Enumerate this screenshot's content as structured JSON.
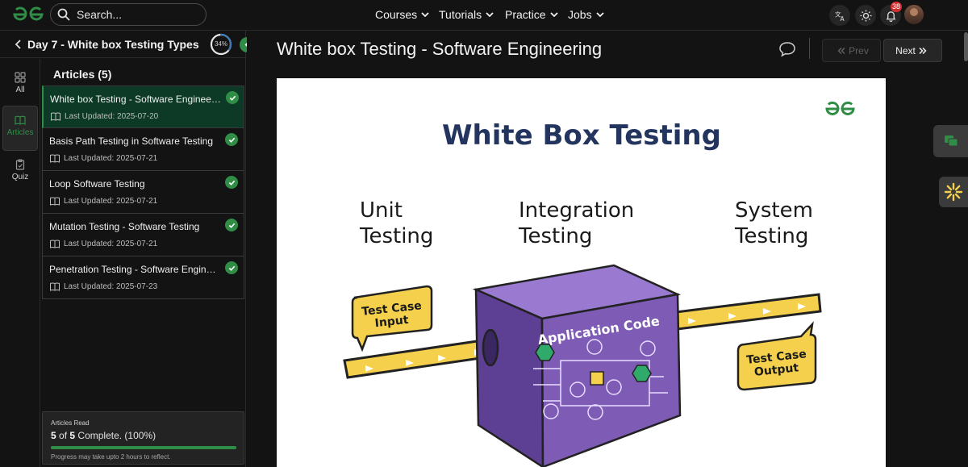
{
  "header": {
    "search_placeholder": "Search...",
    "nav": [
      "Courses",
      "Tutorials",
      "Practice",
      "Jobs"
    ],
    "notification_count": "38"
  },
  "course": {
    "title": "Day 7 - White box Testing Types",
    "progress_label": "34%",
    "progress": 34
  },
  "rail": [
    {
      "label": "All",
      "icon": "grid-icon"
    },
    {
      "label": "Articles",
      "icon": "book-icon"
    },
    {
      "label": "Quiz",
      "icon": "clipboard-icon"
    }
  ],
  "articles": {
    "heading": "Articles (5)",
    "items": [
      {
        "title": "White box Testing - Software Engineering",
        "updated": "Last Updated: 2025-07-20"
      },
      {
        "title": "Basis Path Testing in Software Testing",
        "updated": "Last Updated: 2025-07-21"
      },
      {
        "title": "Loop Software Testing",
        "updated": "Last Updated: 2025-07-21"
      },
      {
        "title": "Mutation Testing - Software Testing",
        "updated": "Last Updated: 2025-07-21"
      },
      {
        "title": "Penetration Testing - Software Engineering",
        "updated": "Last Updated: 2025-07-23"
      }
    ]
  },
  "progress": {
    "label": "Articles Read",
    "read": "5",
    "of": " of ",
    "total": "5",
    "suffix": " Complete. (100%)",
    "fraction": 1.0,
    "note": "Progress may take upto 2 hours to reflect."
  },
  "article": {
    "title": "White box Testing - Software Engineering",
    "prev_label": "Prev",
    "next_label": "Next"
  },
  "infographic": {
    "heading": "White Box Testing",
    "col1": [
      "Unit",
      "Testing"
    ],
    "col2": [
      "Integration",
      "Testing"
    ],
    "col3": [
      "System",
      "Testing"
    ],
    "input_label": [
      "Test Case",
      "Input"
    ],
    "output_label": [
      "Test Case",
      "Output"
    ],
    "box_label": "Application Code"
  },
  "colors": {
    "brand_green": "#2f8d46",
    "navy": "#23345e",
    "purple": "#7e5bb5",
    "yellow": "#f4d04c"
  }
}
